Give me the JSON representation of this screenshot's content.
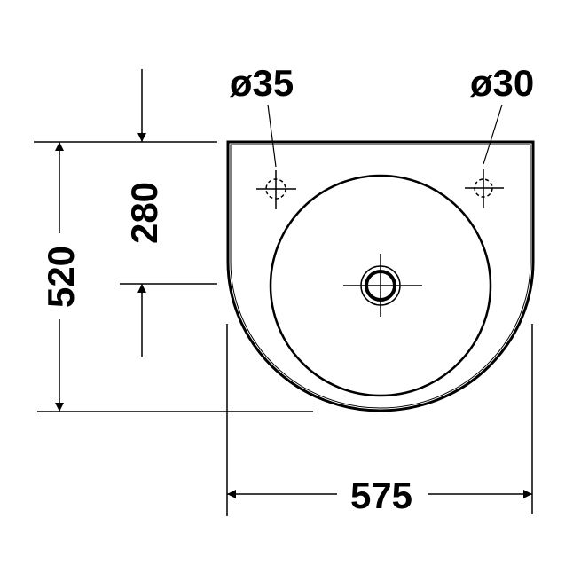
{
  "drawing": {
    "subject": "wall-hung hand basin, top view",
    "line_color": "#000000",
    "background": "#ffffff"
  },
  "dimensions": {
    "overall_width": "575",
    "overall_depth": "520",
    "drain_offset_from_back": "280",
    "tap_hole_left": "ø35",
    "tap_hole_right": "ø30"
  }
}
